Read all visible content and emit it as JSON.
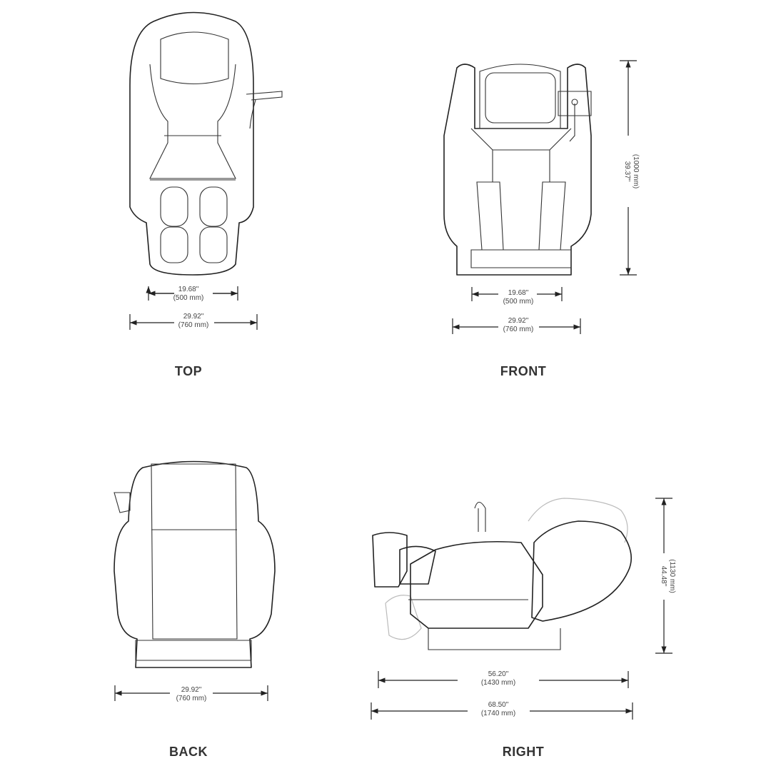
{
  "views": {
    "top": {
      "label": "TOP",
      "dim_inner": {
        "in": "19.68\"",
        "mm": "(500 mm)"
      },
      "dim_outer": {
        "in": "29.92\"",
        "mm": "(760 mm)"
      }
    },
    "front": {
      "label": "FRONT",
      "dim_inner": {
        "in": "19.68\"",
        "mm": "(500 mm)"
      },
      "dim_outer": {
        "in": "29.92\"",
        "mm": "(760 mm)"
      },
      "dim_height": {
        "in": "39.37\"",
        "mm": "(1000 mm)"
      }
    },
    "back": {
      "label": "BACK",
      "dim_outer": {
        "in": "29.92\"",
        "mm": "(760 mm)"
      }
    },
    "right": {
      "label": "RIGHT",
      "dim_inner": {
        "in": "56.20\"",
        "mm": "(1430 mm)"
      },
      "dim_outer": {
        "in": "68.50\"",
        "mm": "(1740 mm)"
      },
      "dim_height": {
        "in": "44.48\"",
        "mm": "(1130 mm)"
      }
    }
  }
}
